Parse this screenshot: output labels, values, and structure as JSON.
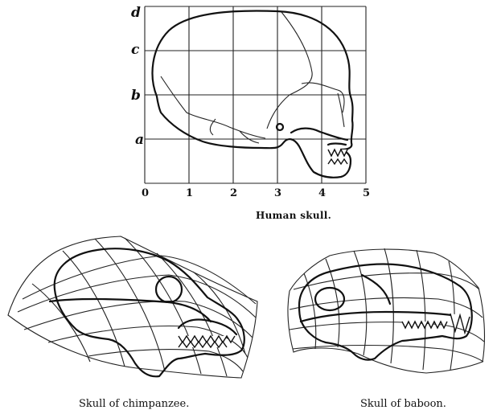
{
  "figure": {
    "human": {
      "caption": "Human skull.",
      "row_labels": [
        "d",
        "c",
        "b",
        "a"
      ],
      "col_labels": [
        "0",
        "1",
        "2",
        "3",
        "4",
        "5"
      ]
    },
    "chimpanzee": {
      "caption": "Skull of chimpanzee."
    },
    "baboon": {
      "caption": "Skull of baboon."
    }
  }
}
